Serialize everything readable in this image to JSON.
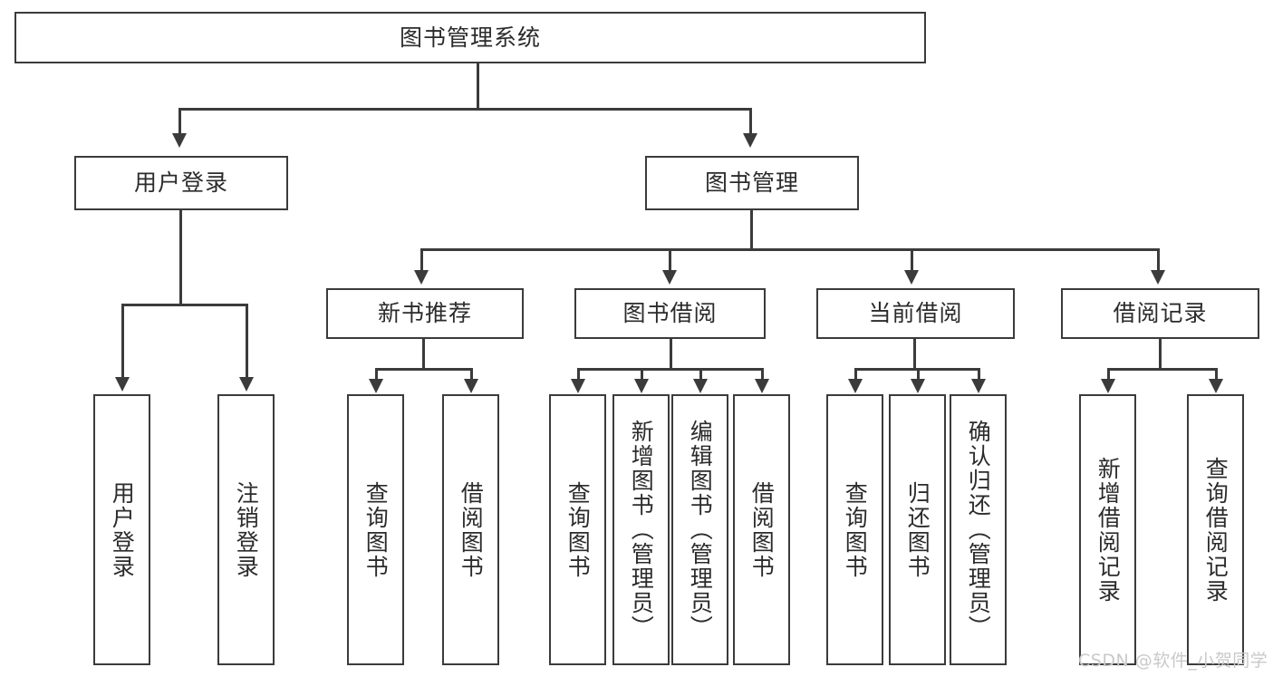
{
  "diagram": {
    "title_node": {
      "label": "图书管理系统"
    },
    "level2": [
      {
        "id": "user-login",
        "label": "用户登录"
      },
      {
        "id": "book-management",
        "label": "图书管理"
      }
    ],
    "level3": [
      {
        "id": "new-book-recommend",
        "label": "新书推荐"
      },
      {
        "id": "book-borrow",
        "label": "图书借阅"
      },
      {
        "id": "current-borrow",
        "label": "当前借阅"
      },
      {
        "id": "borrow-record",
        "label": "借阅记录"
      }
    ],
    "leaves": {
      "user_login": [
        {
          "id": "leaf-user-login",
          "label": "用户登录"
        },
        {
          "id": "leaf-logout-login",
          "label": "注销登录"
        }
      ],
      "new_book_recommend": [
        {
          "id": "leaf-query-book-1",
          "label": "查询图书"
        },
        {
          "id": "leaf-borrow-book-1",
          "label": "借阅图书"
        }
      ],
      "book_borrow": [
        {
          "id": "leaf-query-book-2",
          "label": "查询图书"
        },
        {
          "id": "leaf-add-book-admin",
          "label": "新增图书（管理员）"
        },
        {
          "id": "leaf-edit-book-admin",
          "label": "编辑图书（管理员）"
        },
        {
          "id": "leaf-borrow-book-2",
          "label": "借阅图书"
        }
      ],
      "current_borrow": [
        {
          "id": "leaf-query-book-3",
          "label": "查询图书"
        },
        {
          "id": "leaf-return-book",
          "label": "归还图书"
        },
        {
          "id": "leaf-confirm-return-admin",
          "label": "确认归还（管理员）"
        }
      ],
      "borrow_record": [
        {
          "id": "leaf-add-borrow-record",
          "label": "新增借阅记录"
        },
        {
          "id": "leaf-query-borrow-record",
          "label": "查询借阅记录"
        }
      ]
    }
  },
  "watermark": {
    "text": "CSDN @软件_小贺同学"
  },
  "colors": {
    "stroke": "#3b3b3b",
    "fill": "#ffffff",
    "text": "#2b2b2b",
    "watermark": "#c9c9c9"
  }
}
